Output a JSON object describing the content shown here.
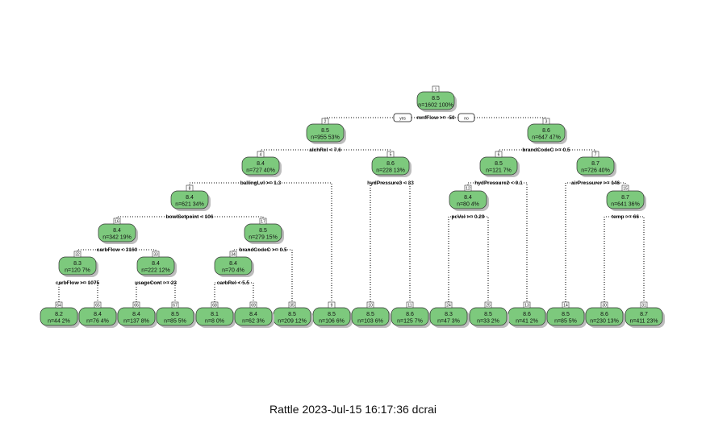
{
  "caption": "Rattle 2023-Jul-15 16:17:36 dcrai",
  "colors": {
    "node_fill": "#7dc97d",
    "node_stroke": "#333333",
    "shadow": "#bdbdbd",
    "edge": "#111111"
  },
  "branch_labels": {
    "yes": "yes",
    "no": "no"
  },
  "nodes": [
    {
      "id": "1",
      "value": "8.5",
      "stat": "n=1602  100%",
      "split": "mnfFlow >= -50"
    },
    {
      "id": "2",
      "value": "8.5",
      "stat": "n=955  53%",
      "split": "alchRel < 7.6"
    },
    {
      "id": "3",
      "value": "8.6",
      "stat": "n=647  47%",
      "split": "brandCodeC >= 0.5"
    },
    {
      "id": "4",
      "value": "8.4",
      "stat": "n=727  40%",
      "split": "ballingLvl >= 1.3"
    },
    {
      "id": "5",
      "value": "8.6",
      "stat": "n=228  13%",
      "split": "hydPressure3 < 33"
    },
    {
      "id": "6",
      "value": "8.5",
      "stat": "n=121  7%",
      "split": "hydPressure2 < 0.1"
    },
    {
      "id": "7",
      "value": "8.7",
      "stat": "n=726  40%",
      "split": "airPressurer >= 146"
    },
    {
      "id": "8",
      "value": "8.4",
      "stat": "n=621  34%",
      "split": "bowlSetpoint < 106"
    },
    {
      "id": "9",
      "value": "8.5",
      "stat": "n=106  6%",
      "split": ""
    },
    {
      "id": "10",
      "value": "8.5",
      "stat": "n=103  6%",
      "split": ""
    },
    {
      "id": "11",
      "value": "8.6",
      "stat": "n=125  7%",
      "split": ""
    },
    {
      "id": "12",
      "value": "8.4",
      "stat": "n=80  4%",
      "split": "pcVol >= 0.29"
    },
    {
      "id": "13",
      "value": "8.6",
      "stat": "n=41  2%",
      "split": ""
    },
    {
      "id": "14",
      "value": "8.5",
      "stat": "n=85  5%",
      "split": ""
    },
    {
      "id": "15",
      "value": "8.7",
      "stat": "n=641  36%",
      "split": "temp >= 66"
    },
    {
      "id": "16",
      "value": "8.4",
      "stat": "n=342  19%",
      "split": "carbFlow < 3160"
    },
    {
      "id": "17",
      "value": "8.5",
      "stat": "n=279  15%",
      "split": "brandCodeC >= 0.5"
    },
    {
      "id": "24",
      "value": "8.3",
      "stat": "n=47  3%",
      "split": ""
    },
    {
      "id": "25",
      "value": "8.5",
      "stat": "n=33  2%",
      "split": ""
    },
    {
      "id": "30",
      "value": "8.6",
      "stat": "n=230  13%",
      "split": ""
    },
    {
      "id": "31",
      "value": "8.7",
      "stat": "n=411  23%",
      "split": ""
    },
    {
      "id": "32",
      "value": "8.3",
      "stat": "n=120  7%",
      "split": "carbFlow >= 1075"
    },
    {
      "id": "33",
      "value": "8.4",
      "stat": "n=222  12%",
      "split": "usageCont >= 23"
    },
    {
      "id": "34",
      "value": "8.4",
      "stat": "n=70  4%",
      "split": "carbRel < 5.5"
    },
    {
      "id": "35",
      "value": "8.5",
      "stat": "n=209  12%",
      "split": ""
    },
    {
      "id": "64",
      "value": "8.2",
      "stat": "n=44  2%",
      "split": ""
    },
    {
      "id": "65",
      "value": "8.4",
      "stat": "n=76  4%",
      "split": ""
    },
    {
      "id": "66",
      "value": "8.4",
      "stat": "n=137  8%",
      "split": ""
    },
    {
      "id": "67",
      "value": "8.5",
      "stat": "n=85  5%",
      "split": ""
    },
    {
      "id": "68",
      "value": "8.1",
      "stat": "n=8  0%",
      "split": ""
    },
    {
      "id": "69",
      "value": "8.4",
      "stat": "n=62  3%",
      "split": ""
    }
  ]
}
